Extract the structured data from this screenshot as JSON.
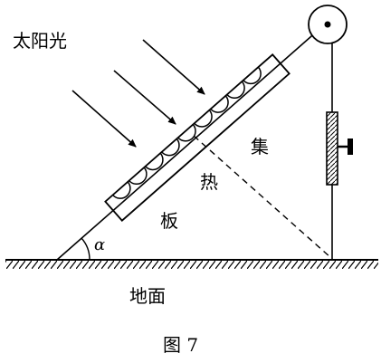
{
  "figure": {
    "sunlight_label": "太阳光",
    "collector_label_1": "集",
    "collector_label_2": "热",
    "collector_label_3": "板",
    "angle_label": "α",
    "ground_label": "地面",
    "caption": "图 7"
  },
  "colors": {
    "ink": "#000000",
    "background": "#ffffff"
  },
  "icons": {
    "pulley": "pulley-icon",
    "counterweight": "counterweight-icon"
  }
}
